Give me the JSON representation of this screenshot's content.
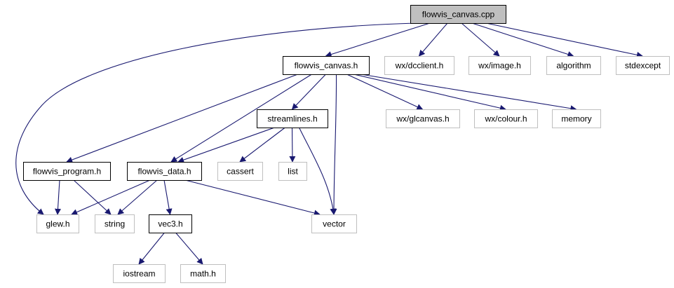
{
  "diagram": {
    "colors": {
      "edge": "#191970",
      "root_fill": "#bfbfbf",
      "documented_border": "#000000",
      "external_border": "#bfbfbf",
      "background": "#ffffff"
    },
    "nodes": {
      "flowvis_canvas_cpp": {
        "label": "flowvis_canvas.cpp",
        "kind": "root"
      },
      "flowvis_canvas_h": {
        "label": "flowvis_canvas.h",
        "kind": "documented"
      },
      "wx_dcclient_h": {
        "label": "wx/dcclient.h",
        "kind": "external"
      },
      "wx_image_h": {
        "label": "wx/image.h",
        "kind": "external"
      },
      "algorithm": {
        "label": "algorithm",
        "kind": "external"
      },
      "stdexcept": {
        "label": "stdexcept",
        "kind": "external"
      },
      "streamlines_h": {
        "label": "streamlines.h",
        "kind": "documented"
      },
      "wx_glcanvas_h": {
        "label": "wx/glcanvas.h",
        "kind": "external"
      },
      "wx_colour_h": {
        "label": "wx/colour.h",
        "kind": "external"
      },
      "memory": {
        "label": "memory",
        "kind": "external"
      },
      "flowvis_program_h": {
        "label": "flowvis_program.h",
        "kind": "documented"
      },
      "flowvis_data_h": {
        "label": "flowvis_data.h",
        "kind": "documented"
      },
      "cassert": {
        "label": "cassert",
        "kind": "external"
      },
      "list": {
        "label": "list",
        "kind": "external"
      },
      "glew_h": {
        "label": "glew.h",
        "kind": "external"
      },
      "string": {
        "label": "string",
        "kind": "external"
      },
      "vec3_h": {
        "label": "vec3.h",
        "kind": "documented"
      },
      "vector": {
        "label": "vector",
        "kind": "external"
      },
      "iostream": {
        "label": "iostream",
        "kind": "external"
      },
      "math_h": {
        "label": "math.h",
        "kind": "external"
      }
    },
    "edges": [
      [
        "flowvis_canvas_cpp",
        "flowvis_canvas_h"
      ],
      [
        "flowvis_canvas_cpp",
        "wx_dcclient_h"
      ],
      [
        "flowvis_canvas_cpp",
        "wx_image_h"
      ],
      [
        "flowvis_canvas_cpp",
        "algorithm"
      ],
      [
        "flowvis_canvas_cpp",
        "stdexcept"
      ],
      [
        "flowvis_canvas_cpp",
        "glew_h"
      ],
      [
        "flowvis_canvas_h",
        "streamlines_h"
      ],
      [
        "flowvis_canvas_h",
        "wx_glcanvas_h"
      ],
      [
        "flowvis_canvas_h",
        "wx_colour_h"
      ],
      [
        "flowvis_canvas_h",
        "memory"
      ],
      [
        "flowvis_canvas_h",
        "flowvis_program_h"
      ],
      [
        "flowvis_canvas_h",
        "flowvis_data_h"
      ],
      [
        "flowvis_canvas_h",
        "vector"
      ],
      [
        "streamlines_h",
        "flowvis_data_h"
      ],
      [
        "streamlines_h",
        "cassert"
      ],
      [
        "streamlines_h",
        "list"
      ],
      [
        "streamlines_h",
        "vector"
      ],
      [
        "flowvis_program_h",
        "glew_h"
      ],
      [
        "flowvis_program_h",
        "string"
      ],
      [
        "flowvis_data_h",
        "glew_h"
      ],
      [
        "flowvis_data_h",
        "string"
      ],
      [
        "flowvis_data_h",
        "vec3_h"
      ],
      [
        "flowvis_data_h",
        "vector"
      ],
      [
        "vec3_h",
        "iostream"
      ],
      [
        "vec3_h",
        "math_h"
      ]
    ]
  }
}
